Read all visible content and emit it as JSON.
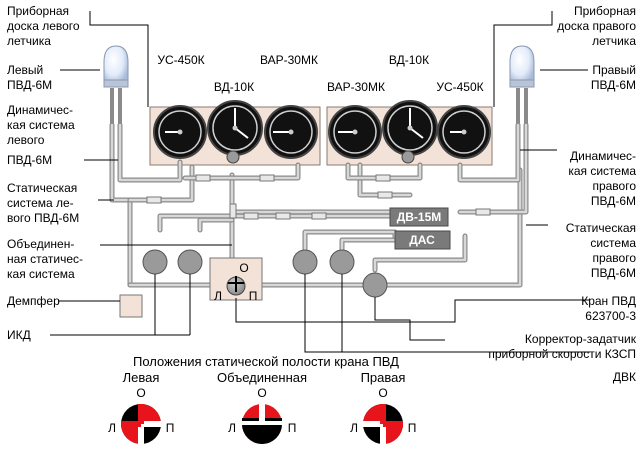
{
  "labels": {
    "left_panel": [
      "Приборная",
      "доска левого",
      "летчика"
    ],
    "right_panel": [
      "Приборная",
      "доска правого",
      "летчика"
    ],
    "left_pvd": [
      "Левый",
      "ПВД-6М"
    ],
    "right_pvd": [
      "Правый",
      "ПВД-6М"
    ],
    "left_dyn": [
      "Динамичес-",
      "кая система",
      "левого",
      "ПВД-6М"
    ],
    "right_dyn": [
      "Динамичес-",
      "кая система",
      "правого",
      "ПВД-6М"
    ],
    "left_stat": [
      "Статическая",
      "система ле-",
      "вого ПВД-6М"
    ],
    "right_stat": [
      "Статическая",
      "система",
      "правого",
      "ПВД-6М"
    ],
    "combined": [
      "Объединен-",
      "ная статичес-",
      "кая система"
    ],
    "damper": "Демпфер",
    "ikd": "ИКД",
    "kran": [
      "Кран ПВД",
      "623700-3"
    ],
    "korrektor": [
      "Корректор-задатчик",
      "приборной скорости КЗСП"
    ],
    "dvk": "ДВК",
    "us_left": "УС-450К",
    "var_left": "ВАР-30МК",
    "vd_left": "ВД-10К",
    "var_right": "ВАР-30МК",
    "vd_right": "ВД-10К",
    "us_right": "УС-450К",
    "dv15m": "ДВ-15М",
    "das": "ДАС",
    "valve_o": "О",
    "valve_l": "Л",
    "valve_p": "П"
  },
  "legend": {
    "title": "Положения статической полости крана ПВД",
    "positions": [
      {
        "name": "Левая",
        "o": "О",
        "l": "Л",
        "p": "П"
      },
      {
        "name": "Объединенная",
        "o": "О",
        "l": "Л",
        "p": "П"
      },
      {
        "name": "Правая",
        "o": "О",
        "l": "Л",
        "p": "П"
      }
    ]
  },
  "colors": {
    "pipe": "#8a8a8a",
    "panel": "#f3e2d7",
    "valve_red": "#e8141c",
    "valve_black": "#000000",
    "pvd_glass": "#dde8f8"
  }
}
